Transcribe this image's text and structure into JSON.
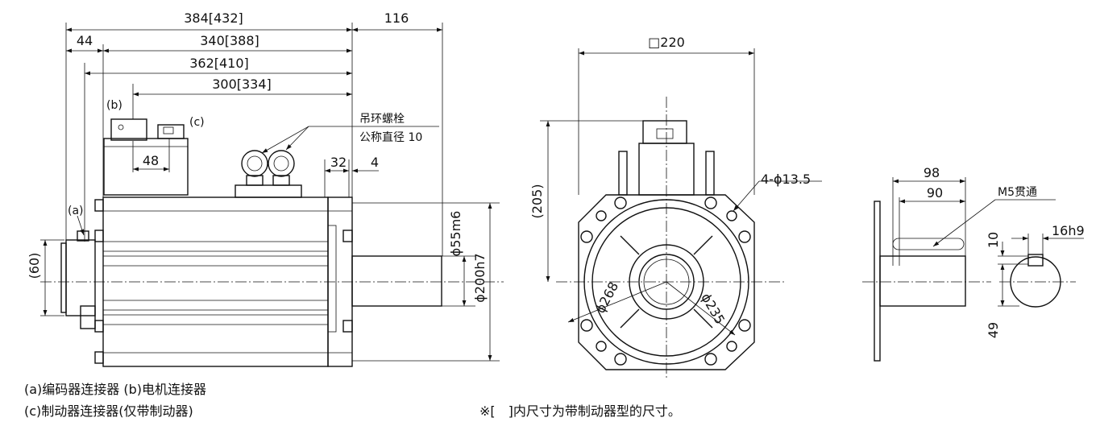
{
  "side_view": {
    "dim_total": "384[432]",
    "dim_shaft": "116",
    "dim_44": "44",
    "dim_body": "340[388]",
    "dim_362": "362[410]",
    "dim_300": "300[334]",
    "label_b": "(b)",
    "label_c": "(c)",
    "label_a": "(a)",
    "dim_48": "48",
    "eyebolt_line1": "吊环螺栓",
    "eyebolt_line2": "公称直径 10",
    "dim_32": "32",
    "dim_4": "4",
    "dim_60": "(60)",
    "dim_shaft_dia": "ϕ55m6",
    "dim_spigot": "ϕ200h7"
  },
  "front_view": {
    "dim_square": "□220",
    "dim_205": "(205)",
    "dim_holes": "4-ϕ13.5",
    "dim_pcd": "ϕ268",
    "dim_235": "ϕ235"
  },
  "shaft_view": {
    "dim_98": "98",
    "dim_90": "90",
    "thread": "M5贯通",
    "dim_10": "10",
    "keyway": "16h9",
    "dim_49": "49"
  },
  "notes": {
    "legend_line1": "(a)编码器连接器 (b)电机连接器",
    "legend_line2": "(c)制动器连接器(仅带制动器)",
    "bracket_note": "※[　]内尺寸为带制动器型的尺寸。"
  }
}
